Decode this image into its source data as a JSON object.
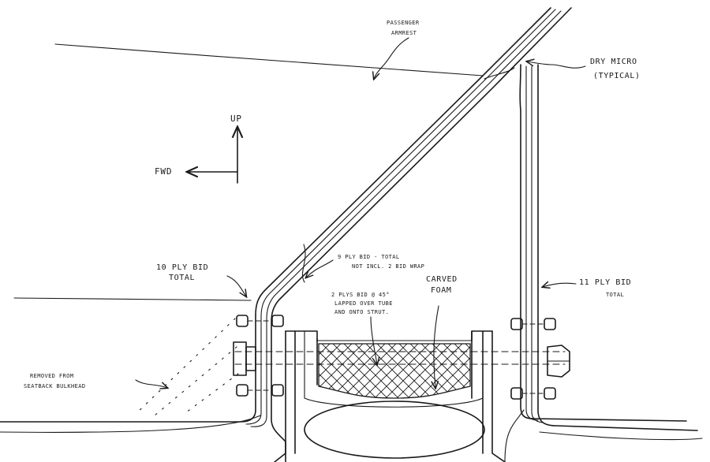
{
  "labels": {
    "passenger_armrest_line1": "PASSENGER",
    "passenger_armrest_line2": "ARMREST",
    "dry_micro_line1": "DRY MICRO",
    "dry_micro_line2": "(TYPICAL)",
    "up": "UP",
    "fwd": "FWD",
    "ply10_line1": "10 PLY BID",
    "ply10_line2": "TOTAL",
    "ply9_line1": "9 PLY BID - TOTAL",
    "ply9_line2": "NOT INCL. 2 BID WRAP",
    "ply11_line1": "11 PLY BID",
    "ply11_line2": "TOTAL",
    "carved_line1": "CARVED",
    "carved_line2": "FOAM",
    "plys45_line1": "2 PLYS BID @ 45°",
    "plys45_line2": "LAPPED OVER TUBE",
    "plys45_line3": "AND ONTO STRUT.",
    "removed_line1": "REMOVED FROM",
    "removed_line2": "SEATBACK BULKHEAD"
  }
}
